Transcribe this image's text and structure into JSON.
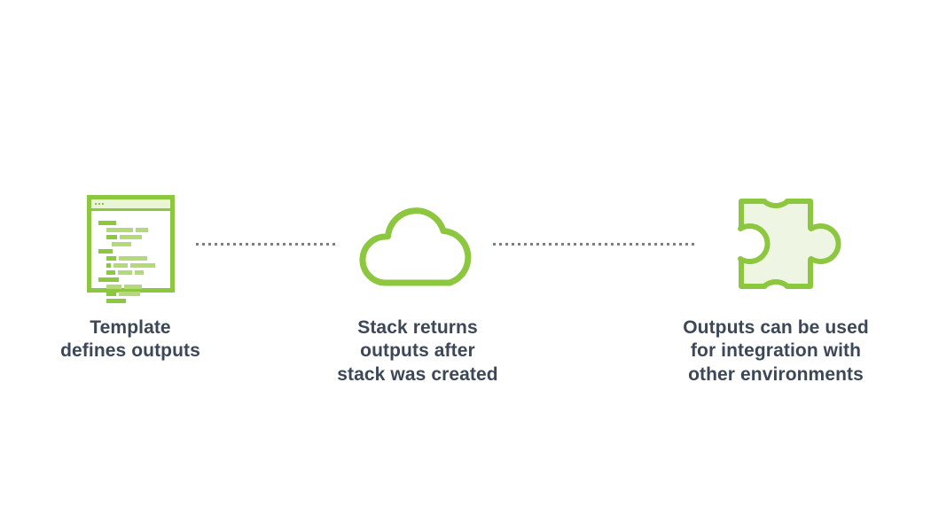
{
  "diagram": {
    "type": "flow",
    "title": "Outputs flow",
    "background_color": "#ffffff",
    "accent_color": "#8dc63f",
    "accent_light_color": "#b5d87a",
    "fill_light_color": "#eef5e2",
    "text_color": "#3c4858",
    "connector_color": "#7a7f86",
    "stages": [
      {
        "id": "template",
        "icon": "code-window-icon",
        "label": "Template\ndefines outputs",
        "label_lines": [
          "Template",
          "defines outputs"
        ]
      },
      {
        "id": "stack",
        "icon": "cloud-icon",
        "label": "Stack returns\noutputs after\nstack was created",
        "label_lines": [
          "Stack returns",
          "outputs after",
          "stack was created"
        ]
      },
      {
        "id": "outputs",
        "icon": "puzzle-piece-icon",
        "label": "Outputs can be used\nfor integration with\nother environments",
        "label_lines": [
          "Outputs can be used",
          "for integration with",
          "other environments"
        ]
      }
    ],
    "connectors": [
      {
        "id": "connector-template-to-stack",
        "style": "dotted",
        "dot_count": 23
      },
      {
        "id": "connector-stack-to-outputs",
        "style": "dotted",
        "dot_count": 33
      }
    ],
    "template_icon": {
      "titlebar_dot_count": 3,
      "code_rows": [
        [
          {
            "w": 20,
            "tone": "dark"
          }
        ],
        [
          {
            "w": 30,
            "tone": "light"
          },
          {
            "w": 14,
            "tone": "light"
          }
        ],
        [
          {
            "w": 12,
            "tone": "dark"
          },
          {
            "w": 25,
            "tone": "light"
          }
        ],
        [
          {
            "w": 22,
            "tone": "light"
          }
        ],
        [
          {
            "w": 16,
            "tone": "dark"
          }
        ],
        [
          {
            "w": 11,
            "tone": "dark"
          },
          {
            "w": 32,
            "tone": "light"
          }
        ],
        [
          {
            "w": 5,
            "tone": "dark"
          },
          {
            "w": 16,
            "tone": "light"
          },
          {
            "w": 28,
            "tone": "light"
          }
        ],
        [
          {
            "w": 10,
            "tone": "dark"
          },
          {
            "w": 16,
            "tone": "light"
          },
          {
            "w": 10,
            "tone": "light"
          }
        ],
        [
          {
            "w": 23,
            "tone": "dark"
          }
        ],
        [
          {
            "w": 17,
            "tone": "light"
          },
          {
            "w": 20,
            "tone": "light"
          }
        ],
        [
          {
            "w": 11,
            "tone": "dark"
          },
          {
            "w": 24,
            "tone": "light"
          }
        ],
        [
          {
            "w": 22,
            "tone": "dark"
          }
        ]
      ]
    }
  }
}
